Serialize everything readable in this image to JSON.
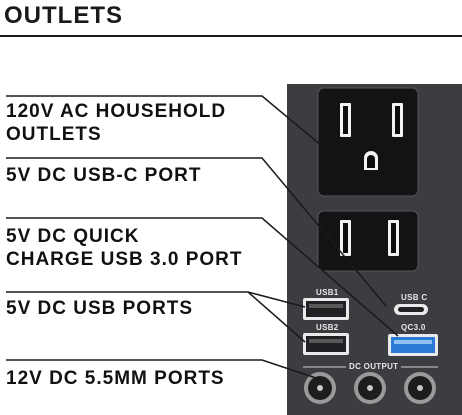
{
  "section": {
    "title": "OUTLETS"
  },
  "labels": {
    "ac_line1": "120V AC HOUSEHOLD",
    "ac_line2": "OUTLETS",
    "usbc": "5V DC USB-C PORT",
    "qc_line1": "5V DC QUICK",
    "qc_line2": "CHARGE USB 3.0 PORT",
    "usb": "5V DC USB PORTS",
    "dc": "12V DC 5.5MM PORTS"
  },
  "panel": {
    "usb1": "USB1",
    "usb2": "USB2",
    "usbc": "USB C",
    "qc": "QC3.0",
    "dc_output": "DC OUTPUT"
  },
  "colors": {
    "panel": "#3b3d40",
    "qc_port": "#2a7bd6",
    "text": "#111111"
  }
}
